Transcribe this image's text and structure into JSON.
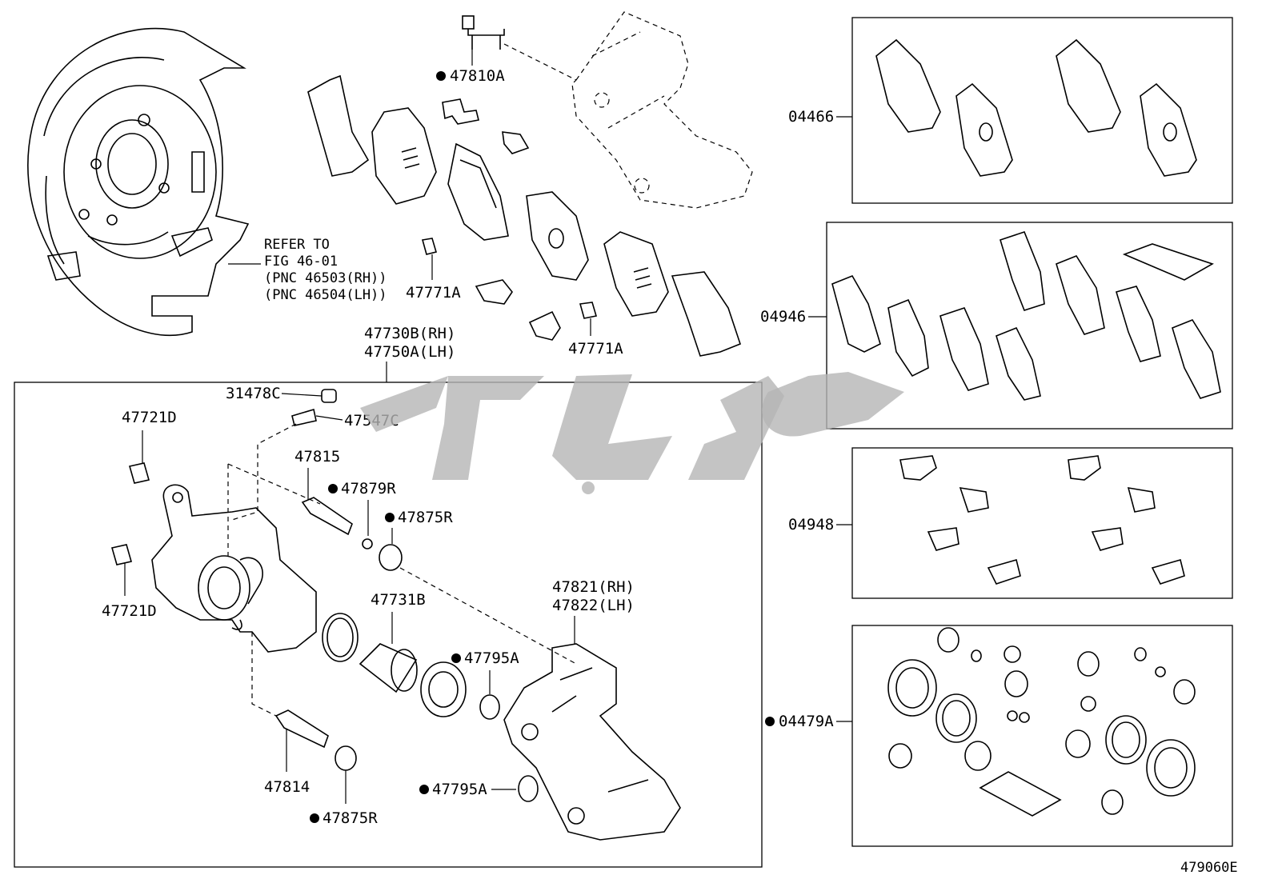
{
  "diagram_code": "479060E",
  "labels": {
    "p47810A": "47810A",
    "p47771A_1": "47771A",
    "p47771A_2": "47771A",
    "refer_1": "REFER TO",
    "refer_2": "FIG 46-01",
    "refer_3": "(PNC 46503(RH))",
    "refer_4": "(PNC 46504(LH))",
    "caliper_rh": "47730B(RH)",
    "caliper_lh": "47750A(LH)",
    "p31478C": "31478C",
    "p47547C": "47547C",
    "p47721D_1": "47721D",
    "p47721D_2": "47721D",
    "p47815": "47815",
    "p47879R": "47879R",
    "p47875R_1": "47875R",
    "p47875R_2": "47875R",
    "p47731B": "47731B",
    "mount_rh": "47821(RH)",
    "mount_lh": "47822(LH)",
    "p47795A_1": "47795A",
    "p47795A_2": "47795A",
    "p47814": "47814",
    "kit_04466": "04466",
    "kit_04946": "04946",
    "kit_04948": "04948",
    "kit_04479A": "04479A"
  },
  "watermark": {
    "color": "#b5b5b5",
    "shape": "arabic-script-logo"
  },
  "marker": "filled-circle"
}
